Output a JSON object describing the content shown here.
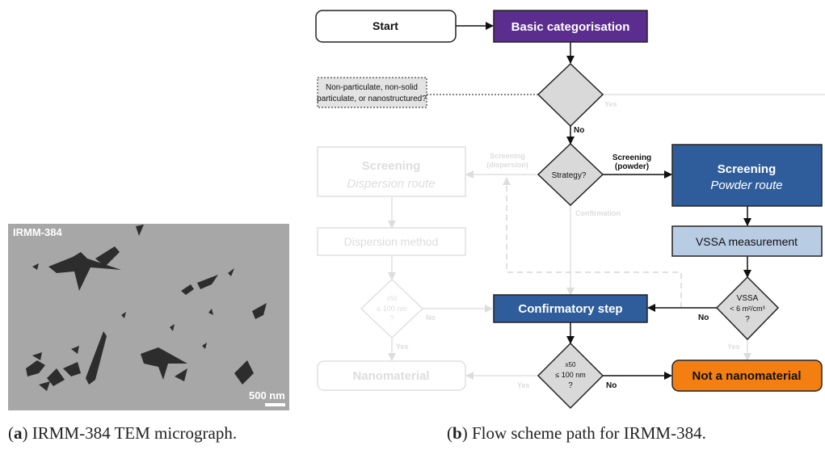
{
  "micrograph": {
    "label": "IRMM-384",
    "scale_bar": "500 nm"
  },
  "captions": {
    "a_letter": "a",
    "a_text": "IRMM-384 TEM micrograph.",
    "b_letter": "b",
    "b_text": "Flow scheme path for IRMM-384."
  },
  "flow": {
    "start": "Start",
    "basic": "Basic categorisation",
    "note_line1": "Non-particulate, non-solid",
    "note_line2": "particulate, or nanostructured?",
    "yes_top": "Yes",
    "no_top": "No",
    "strategy": "Strategy?",
    "screening_dispersion_label_1": "Screening",
    "screening_dispersion_label_2": "(dispersion)",
    "screening_powder_label_1": "Screening",
    "screening_powder_label_2": "(powder)",
    "confirmation_label": "Confirmation",
    "disp_route_title": "Screening",
    "disp_route_sub": "Dispersion route",
    "powder_route_title": "Screening",
    "powder_route_sub": "Powder route",
    "dispersion_method": "Dispersion method",
    "vssa_measurement": "VSSA measurement",
    "x50_left_1": "x50",
    "x50_left_2": "≤ 100 nm",
    "x50_left_3": "?",
    "no_left": "No",
    "yes_left": "Yes",
    "confirmatory": "Confirmatory step",
    "vssa_d_1": "VSSA",
    "vssa_d_2": "< 6 m²/cm³",
    "vssa_d_3": "?",
    "no_vssa": "No",
    "yes_vssa": "Yes",
    "x50_bottom_1": "x50",
    "x50_bottom_2": "≤ 100 nm",
    "x50_bottom_3": "?",
    "yes_bottom": "Yes",
    "no_bottom": "No",
    "nanomaterial": "Nanomaterial",
    "not_nano": "Not a nanomaterial"
  },
  "colors": {
    "purple": "#5b2d8e",
    "blue": "#2f5d9b",
    "light_blue": "#b8cce4",
    "orange": "#f37f12",
    "faded": "#dcdcdc",
    "diamond_fill": "#d9d9d9"
  }
}
